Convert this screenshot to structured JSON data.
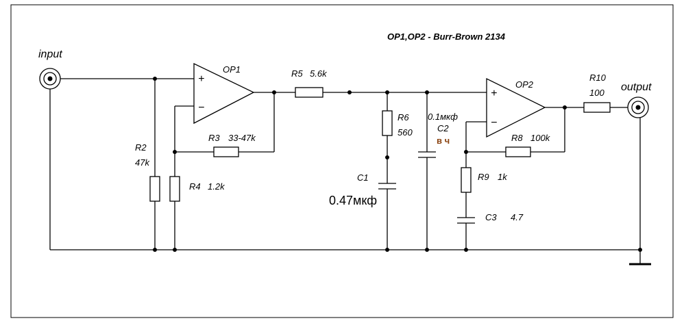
{
  "title": "OP1,OP2  -  Burr-Brown 2134",
  "ports": {
    "input": "input",
    "output": "output"
  },
  "opamps": [
    {
      "name": "OP1",
      "plus": "+",
      "minus": "−"
    },
    {
      "name": "OP2",
      "plus": "+",
      "minus": "−"
    }
  ],
  "components": {
    "R2": {
      "name": "R2",
      "value": "47k"
    },
    "R3": {
      "name": "R3",
      "value": "33-47k"
    },
    "R4": {
      "name": "R4",
      "value": "1.2k"
    },
    "R5": {
      "name": "R5",
      "value": "5.6k"
    },
    "R6": {
      "name": "R6",
      "value": "560"
    },
    "C1": {
      "name": "C1",
      "value": "0.47мкф"
    },
    "C2": {
      "name": "C2",
      "value": "0.1мкф",
      "note": "в ч"
    },
    "R8": {
      "name": "R8",
      "value": "100k"
    },
    "R9": {
      "name": "R9",
      "value": "1k"
    },
    "C3": {
      "name": "C3",
      "value": "4.7"
    },
    "R10": {
      "name": "R10",
      "value": "100"
    }
  },
  "colors": {
    "line": "#000000",
    "background": "#ffffff",
    "note": "#8b4513"
  }
}
